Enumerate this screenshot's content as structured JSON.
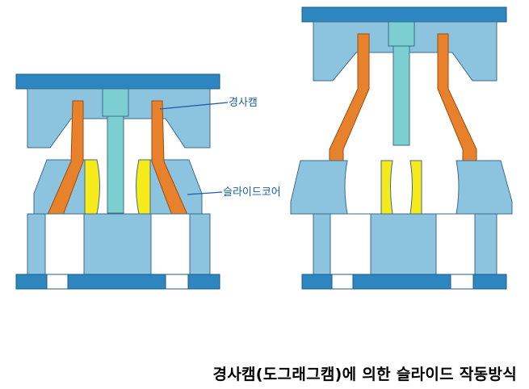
{
  "labels": {
    "angle_cam": "경사캠",
    "slide_core": "슬라이드코어"
  },
  "caption": "경사캠(도그래그캠)에 의한 슬라이드 작동방식",
  "colors": {
    "plate_dark": "#2e86c1",
    "mold_light": "#8cc3df",
    "cam_orange": "#e8812b",
    "core_yellow": "#f7ea1a",
    "pin_teal": "#7ccfd0",
    "leader_line": "#1f5fa8",
    "outline": "#3a6d8c"
  }
}
